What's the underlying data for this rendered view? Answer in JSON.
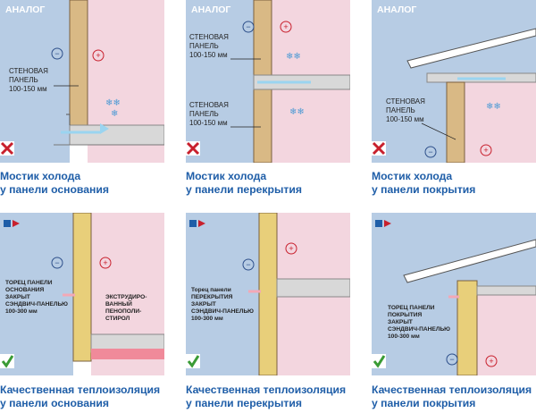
{
  "panels": [
    {
      "badge": "АНАЛОГ",
      "labels": [
        "СТЕНОВАЯ",
        "ПАНЕЛЬ",
        "100-150 мм"
      ],
      "minus": "−",
      "plus": "+",
      "caption": [
        "Мостик холода",
        "у панели основания"
      ]
    },
    {
      "badge": "АНАЛОГ",
      "labels": [
        "СТЕНОВАЯ",
        "ПАНЕЛЬ",
        "100-150 мм"
      ],
      "labels2": [
        "СТЕНОВАЯ",
        "ПАНЕЛЬ",
        "100-150 мм"
      ],
      "minus": "−",
      "plus": "+",
      "caption": [
        "Мостик холода",
        "у панели перекрытия"
      ]
    },
    {
      "badge": "АНАЛОГ",
      "labels": [
        "СТЕНОВАЯ",
        "ПАНЕЛЬ",
        "100-150 мм"
      ],
      "minus": "−",
      "plus": "+",
      "caption": [
        "Мостик холода",
        "у панели покрытия"
      ]
    },
    {
      "labels": [
        "ТОРЕЦ ПАНЕЛИ",
        "ОСНОВАНИЯ",
        "ЗАКРЫТ",
        "СЭНДВИЧ-ПАНЕЛЬЮ",
        "100-300 мм"
      ],
      "extra": [
        "ЭКСТРУДИРО-",
        "ВАННЫЙ",
        "ПЕНОПОЛИ-",
        "СТИРОЛ"
      ],
      "minus": "−",
      "plus": "+",
      "caption": [
        "Качественная теплоизоляция",
        "у панели основания"
      ]
    },
    {
      "labels": [
        "Торец панели",
        "ПЕРЕКРЫТИЯ",
        "ЗАКРЫТ",
        "СЭНДВИЧ-ПАНЕЛЬЮ",
        "100-300 мм"
      ],
      "minus": "−",
      "plus": "+",
      "caption": [
        "Качественная теплоизоляция",
        "у панели перекрытия"
      ]
    },
    {
      "labels": [
        "ТОРЕЦ ПАНЕЛИ",
        "ПОКРЫТИЯ",
        "ЗАКРЫТ",
        "СЭНДВИЧ-ПАНЕЛЬЮ",
        "100-300 мм"
      ],
      "minus": "−",
      "plus": "+",
      "caption": [
        "Качественная теплоизоляция",
        "у панели покрытия"
      ]
    }
  ],
  "colors": {
    "cold": "#b7cce4",
    "warm": "#f3d6df",
    "wall": "#d9b985",
    "sandwich": "#e8cf7a",
    "bad": "#c8202d",
    "good": "#3a9b35",
    "caption": "#1f5ea8"
  },
  "icons": [
    "cross-icon",
    "check-icon",
    "logo-icon",
    "snowflake-icon",
    "arrow-icon"
  ]
}
